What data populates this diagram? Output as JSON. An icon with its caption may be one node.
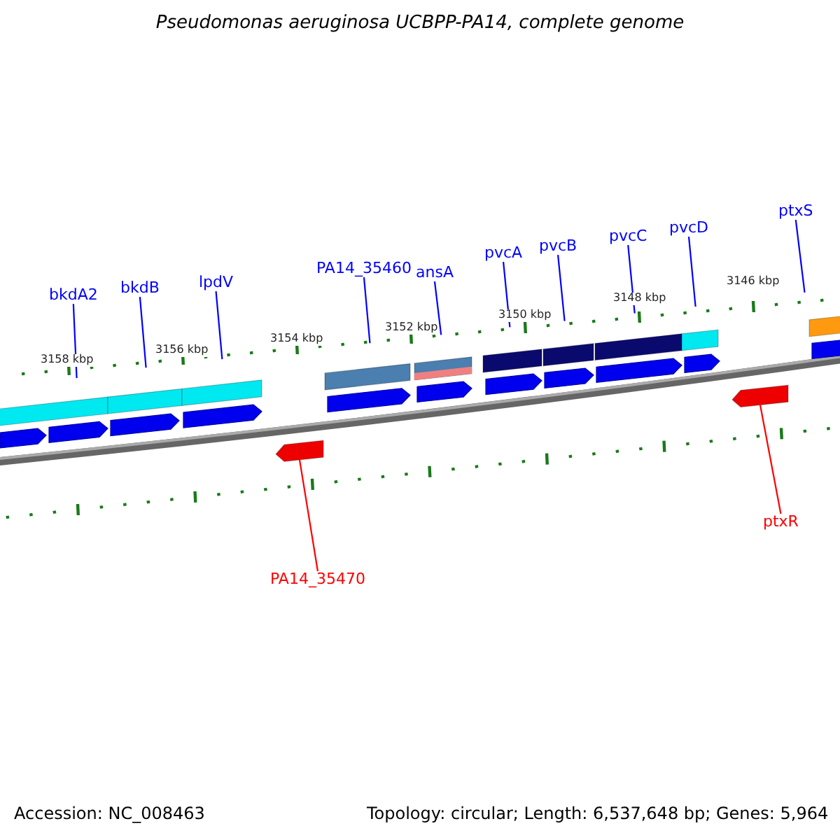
{
  "diagram": {
    "title": "Pseudomonas aeruginosa UCBPP-PA14, complete genome",
    "nodes": [
      {
        "text": [
          "bkdA2"
        ]
      },
      {
        "text": [
          "bkdB"
        ]
      },
      {
        "text": [
          "lpdV"
        ]
      },
      {
        "text": [
          "PA14_35460"
        ]
      },
      {
        "text": [
          "ansA"
        ]
      },
      {
        "text": [
          "pvcA"
        ]
      },
      {
        "text": [
          "pvcB"
        ]
      },
      {
        "text": [
          "pvcC"
        ]
      },
      {
        "text": [
          "pvcD"
        ]
      },
      {
        "text": [
          "ptxS"
        ]
      },
      {
        "text": [
          "PA14_35470"
        ]
      },
      {
        "text": [
          "ptxR"
        ]
      },
      {
        "text": [],
        "shape": "bar"
      },
      {
        "text": [],
        "shape": "bar"
      },
      {
        "text": [],
        "shape": "bar"
      },
      {
        "text": [],
        "shape": "bar"
      },
      {
        "text": [],
        "shape": "bar"
      },
      {
        "text": [],
        "shape": "bar"
      },
      {
        "text": [],
        "shape": "bar"
      },
      {
        "text": [],
        "shape": "bar"
      },
      {
        "text": [],
        "shape": "bar"
      },
      {
        "text": [],
        "shape": "bar"
      },
      {
        "text": [],
        "shape": "bar"
      },
      {
        "text": [],
        "shape": "bar"
      }
    ],
    "edges": [
      {
        "from": 0,
        "to": 12,
        "arrow": "none"
      },
      {
        "from": 1,
        "to": 13,
        "arrow": "none"
      },
      {
        "from": 2,
        "to": 14,
        "arrow": "none"
      },
      {
        "from": 3,
        "to": 15,
        "arrow": "none"
      },
      {
        "from": 4,
        "to": 16,
        "arrow": "none"
      },
      {
        "from": 5,
        "to": 17,
        "arrow": "none"
      },
      {
        "from": 6,
        "to": 18,
        "arrow": "none"
      },
      {
        "from": 7,
        "to": 19,
        "arrow": "none"
      },
      {
        "from": 8,
        "to": 20,
        "arrow": "none"
      },
      {
        "from": 9,
        "to": 21,
        "arrow": "none"
      },
      {
        "from": 10,
        "to": 22,
        "arrow": "none",
        "color": "#ff0000"
      },
      {
        "from": 11,
        "to": 23,
        "arrow": "none",
        "color": "#ff0000"
      }
    ],
    "labels": [
      "3158 kbp",
      "3156 kbp",
      "3154 kbp",
      "3152 kbp",
      "3150 kbp",
      "3148 kbp",
      "3146 kbp",
      "Accession: NC_008463",
      "Topology: circular; Length: 6,537,648 bp; Genes: 5,964"
    ]
  }
}
